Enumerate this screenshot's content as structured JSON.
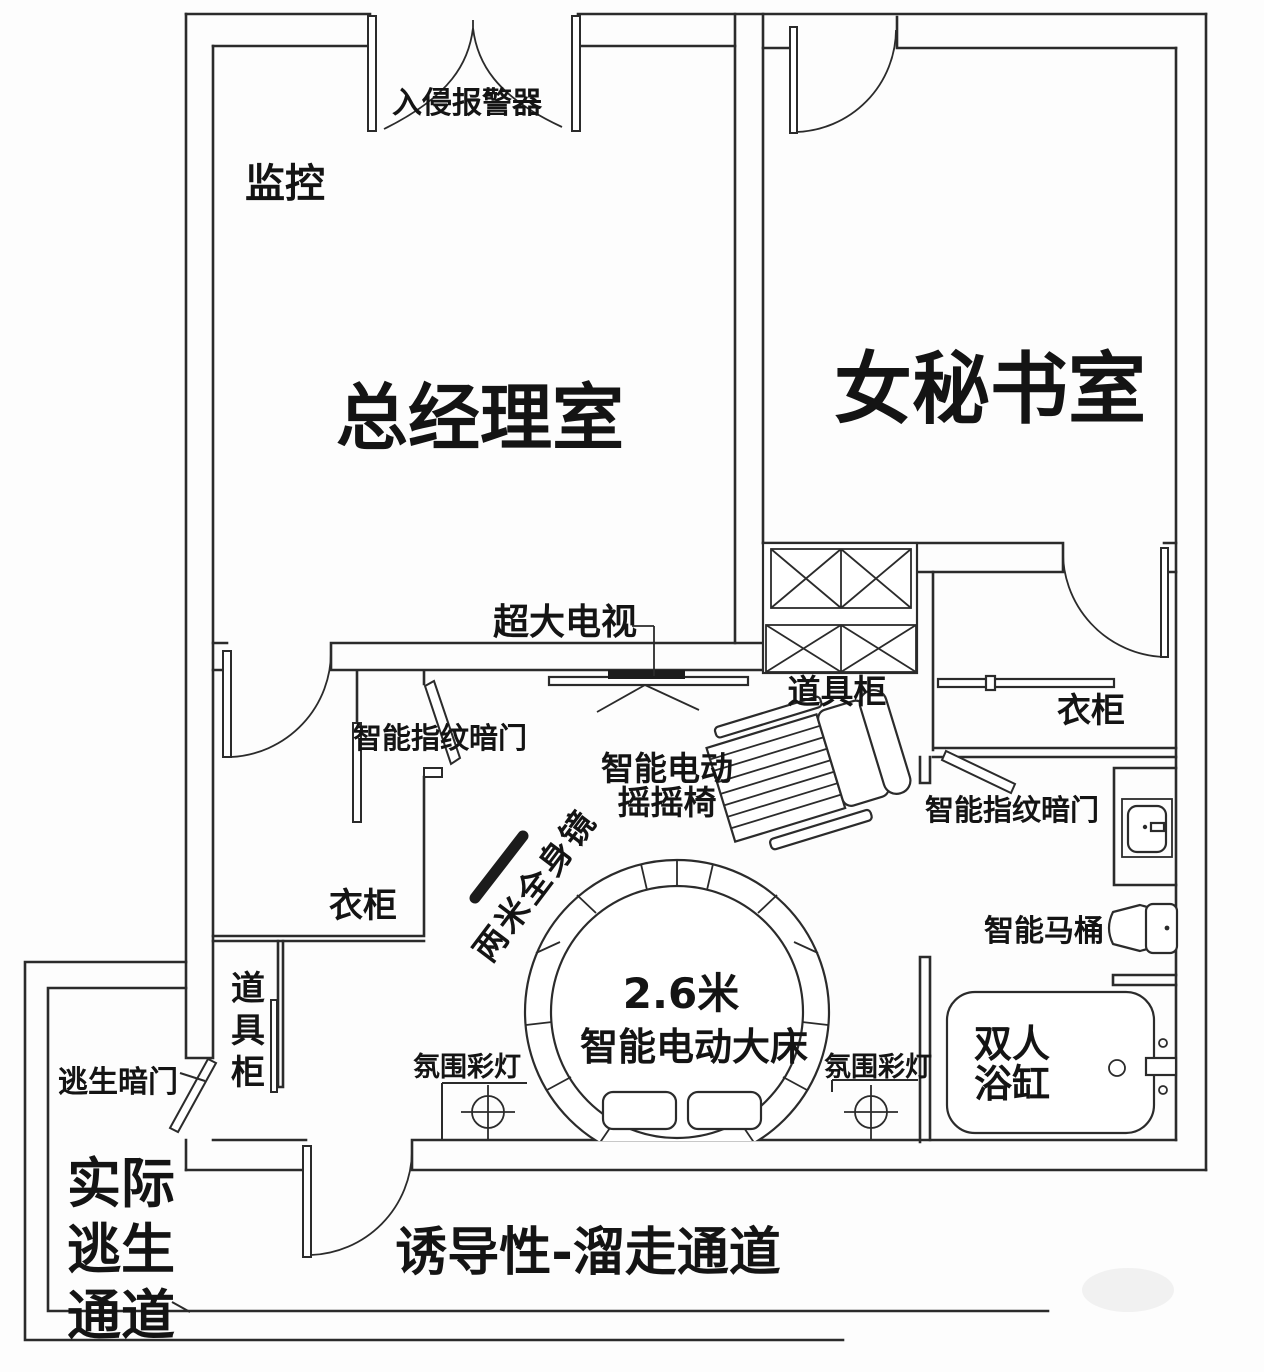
{
  "colors": {
    "line": "#2b2b2b",
    "text": "#141414",
    "background": "#fdfdfd"
  },
  "rooms": {
    "gm_office": "总经理室",
    "secretary_room": "女秘书室"
  },
  "labels": {
    "intrusion_alarm": "入侵报警器",
    "surveillance": "监控",
    "giant_tv": "超大电视",
    "prop_cabinet_right": "道具柜",
    "wardrobe_right": "衣柜",
    "fingerprint_door_right": "智能指纹暗门",
    "fingerprint_door_left": "智能指纹暗门",
    "rocking_chair_line1": "智能电动",
    "rocking_chair_line2": "摇摇椅",
    "full_mirror": "两米全身镜",
    "wardrobe_left": "衣柜",
    "prop_cabinet_left_chars": [
      "道",
      "具",
      "柜"
    ],
    "escape_door": "逃生暗门",
    "ambient_light_left": "氛围彩灯",
    "ambient_light_right": "氛围彩灯",
    "bed_size": "2.6米",
    "bed_name": "智能电动大床",
    "smart_toilet": "智能马桶",
    "bathtub_line1": "双人",
    "bathtub_line2": "浴缸",
    "escape_passage_lines": [
      "实际",
      "逃生",
      "通道"
    ],
    "slipaway_passage": "诱导性-溜走通道"
  }
}
